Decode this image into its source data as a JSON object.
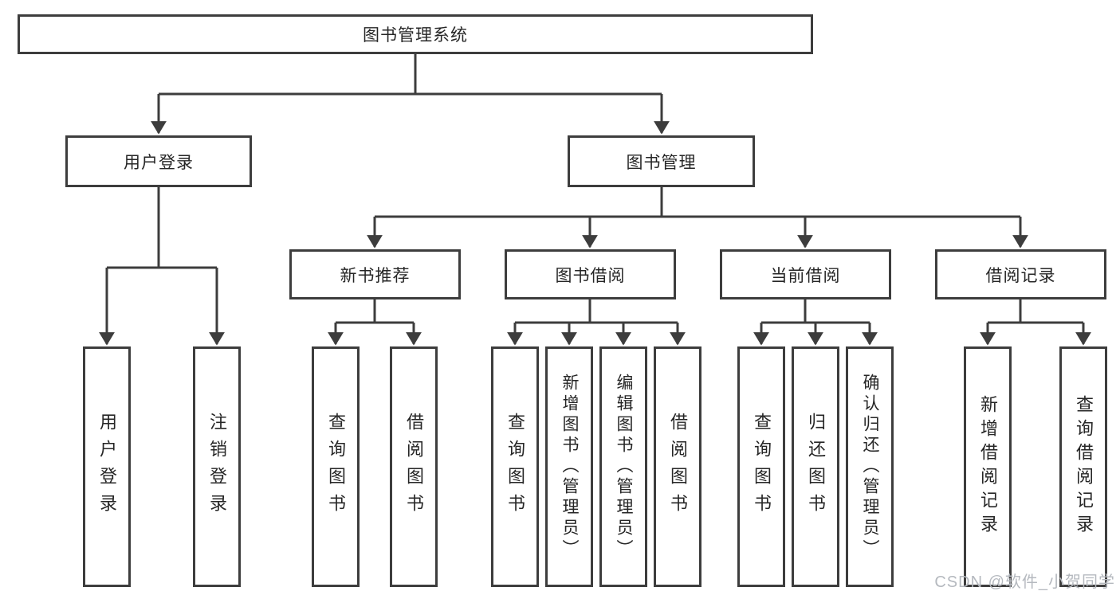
{
  "diagram": {
    "root": "图书管理系统",
    "branches": [
      {
        "label": "用户登录",
        "children": [
          {
            "label": "用户登录"
          },
          {
            "label": "注销登录"
          }
        ]
      },
      {
        "label": "图书管理",
        "children": [
          {
            "label": "新书推荐",
            "children": [
              {
                "label": "查询图书"
              },
              {
                "label": "借阅图书"
              }
            ]
          },
          {
            "label": "图书借阅",
            "children": [
              {
                "label": "查询图书"
              },
              {
                "label": "新增图书（管理员）"
              },
              {
                "label": "编辑图书（管理员）"
              },
              {
                "label": "借阅图书"
              }
            ]
          },
          {
            "label": "当前借阅",
            "children": [
              {
                "label": "查询图书"
              },
              {
                "label": "归还图书"
              },
              {
                "label": "确认归还（管理员）"
              }
            ]
          },
          {
            "label": "借阅记录",
            "children": [
              {
                "label": "新增借阅记录"
              },
              {
                "label": "查询借阅记录"
              }
            ]
          }
        ]
      }
    ],
    "line_color": "#3d3d3d",
    "watermark": "CSDN @软件_小贺同学"
  }
}
